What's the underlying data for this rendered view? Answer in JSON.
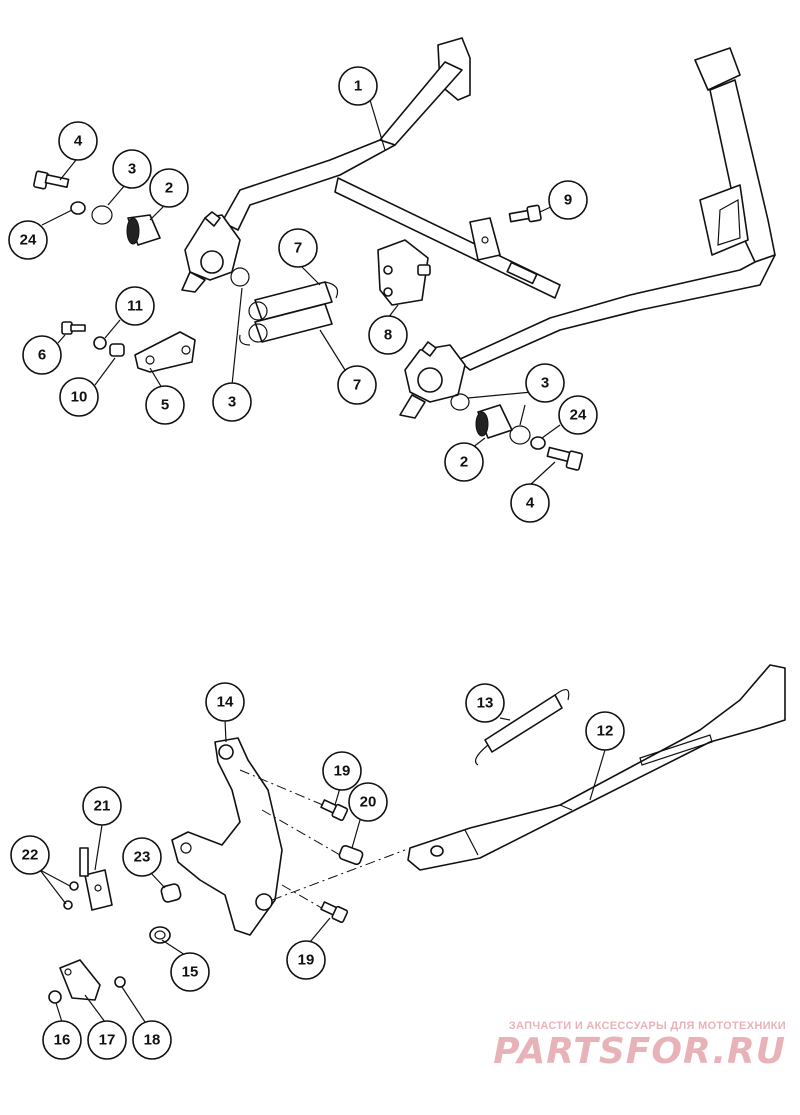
{
  "callouts": [
    {
      "id": "c1",
      "label": "1"
    },
    {
      "id": "c4a",
      "label": "4"
    },
    {
      "id": "c3a",
      "label": "3"
    },
    {
      "id": "c2a",
      "label": "2"
    },
    {
      "id": "c24a",
      "label": "24"
    },
    {
      "id": "c9",
      "label": "9"
    },
    {
      "id": "c7a",
      "label": "7"
    },
    {
      "id": "c8",
      "label": "8"
    },
    {
      "id": "c11",
      "label": "11"
    },
    {
      "id": "c6",
      "label": "6"
    },
    {
      "id": "c10",
      "label": "10"
    },
    {
      "id": "c5",
      "label": "5"
    },
    {
      "id": "c3b",
      "label": "3"
    },
    {
      "id": "c7b",
      "label": "7"
    },
    {
      "id": "c3c",
      "label": "3"
    },
    {
      "id": "c24b",
      "label": "24"
    },
    {
      "id": "c2b",
      "label": "2"
    },
    {
      "id": "c4b",
      "label": "4"
    },
    {
      "id": "c14",
      "label": "14"
    },
    {
      "id": "c13",
      "label": "13"
    },
    {
      "id": "c12",
      "label": "12"
    },
    {
      "id": "c19a",
      "label": "19"
    },
    {
      "id": "c20",
      "label": "20"
    },
    {
      "id": "c21",
      "label": "21"
    },
    {
      "id": "c22",
      "label": "22"
    },
    {
      "id": "c23",
      "label": "23"
    },
    {
      "id": "c19b",
      "label": "19"
    },
    {
      "id": "c15",
      "label": "15"
    },
    {
      "id": "c16",
      "label": "16"
    },
    {
      "id": "c17",
      "label": "17"
    },
    {
      "id": "c18",
      "label": "18"
    }
  ],
  "watermark": {
    "caption": "ЗАПЧАСТИ И АКСЕССУАРЫ ДЛЯ МОТОТЕХНИКИ",
    "logo": "PARTSFOR.RU"
  },
  "colors": {
    "line": "#111111",
    "watermark": "#e8b3b8",
    "background": "#ffffff"
  }
}
